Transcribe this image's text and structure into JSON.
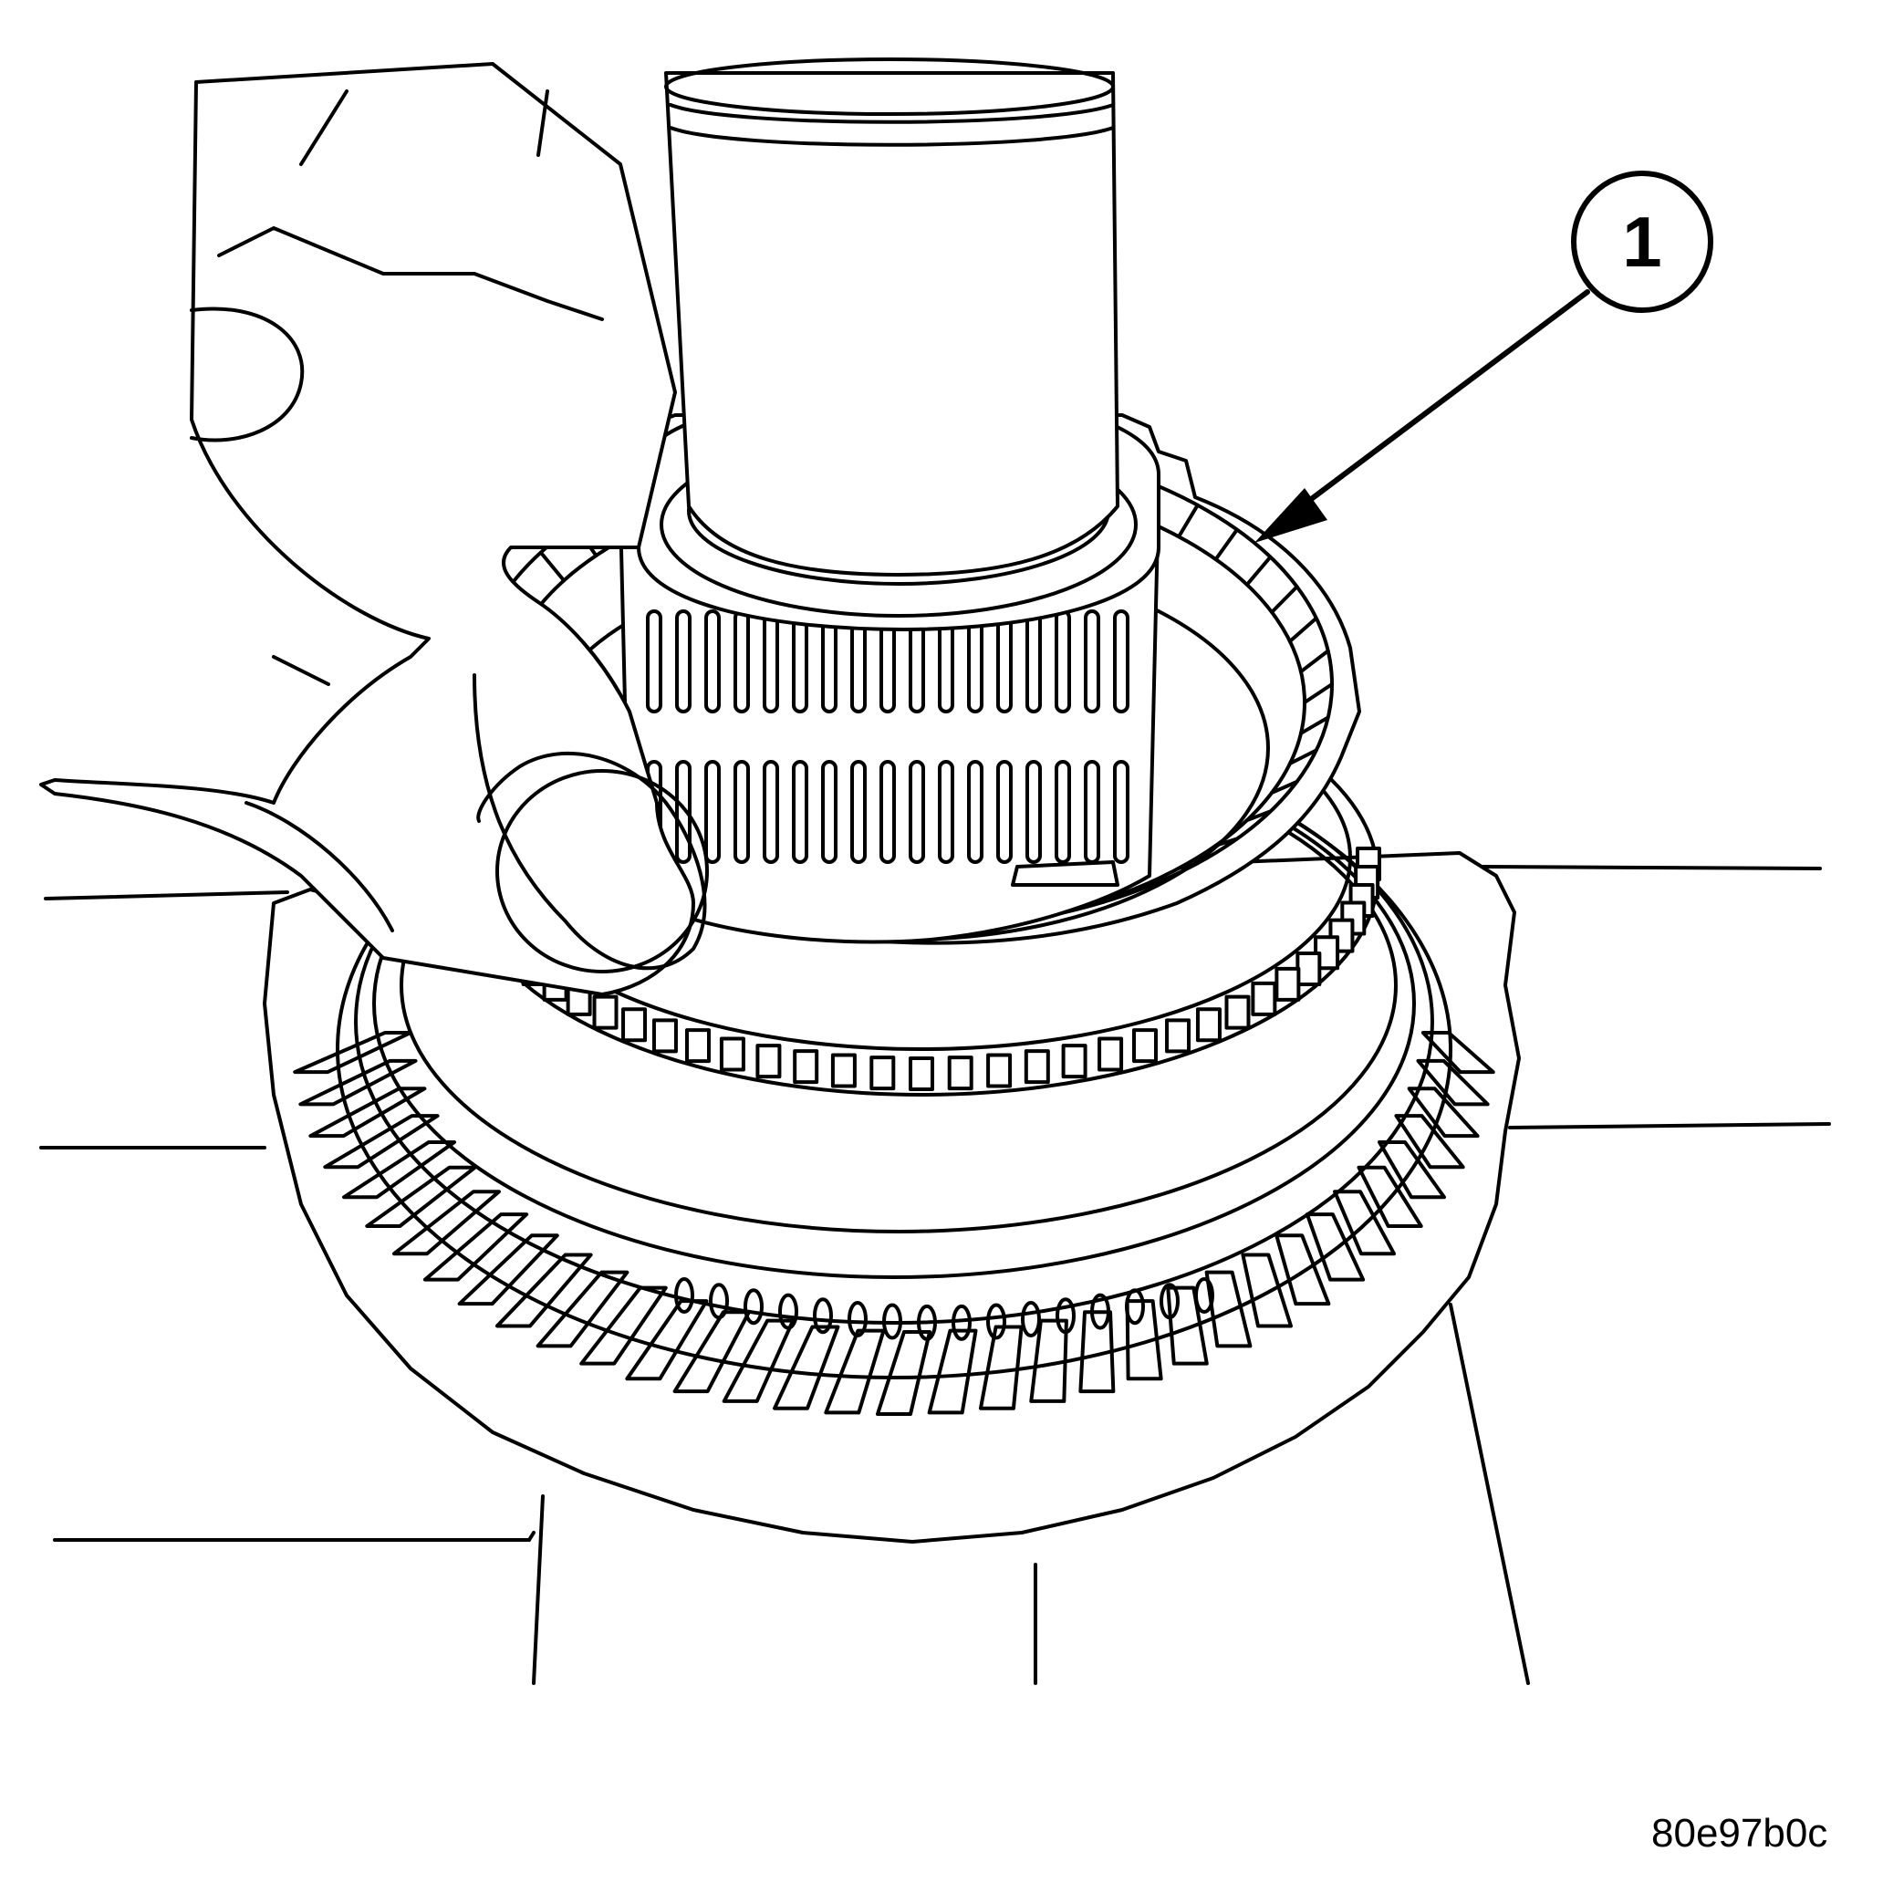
{
  "callouts": [
    {
      "id": "1",
      "label": "1"
    }
  ],
  "figure_code": "80e97b0c",
  "colors": {
    "ink": "#000000",
    "paper": "#ffffff"
  }
}
